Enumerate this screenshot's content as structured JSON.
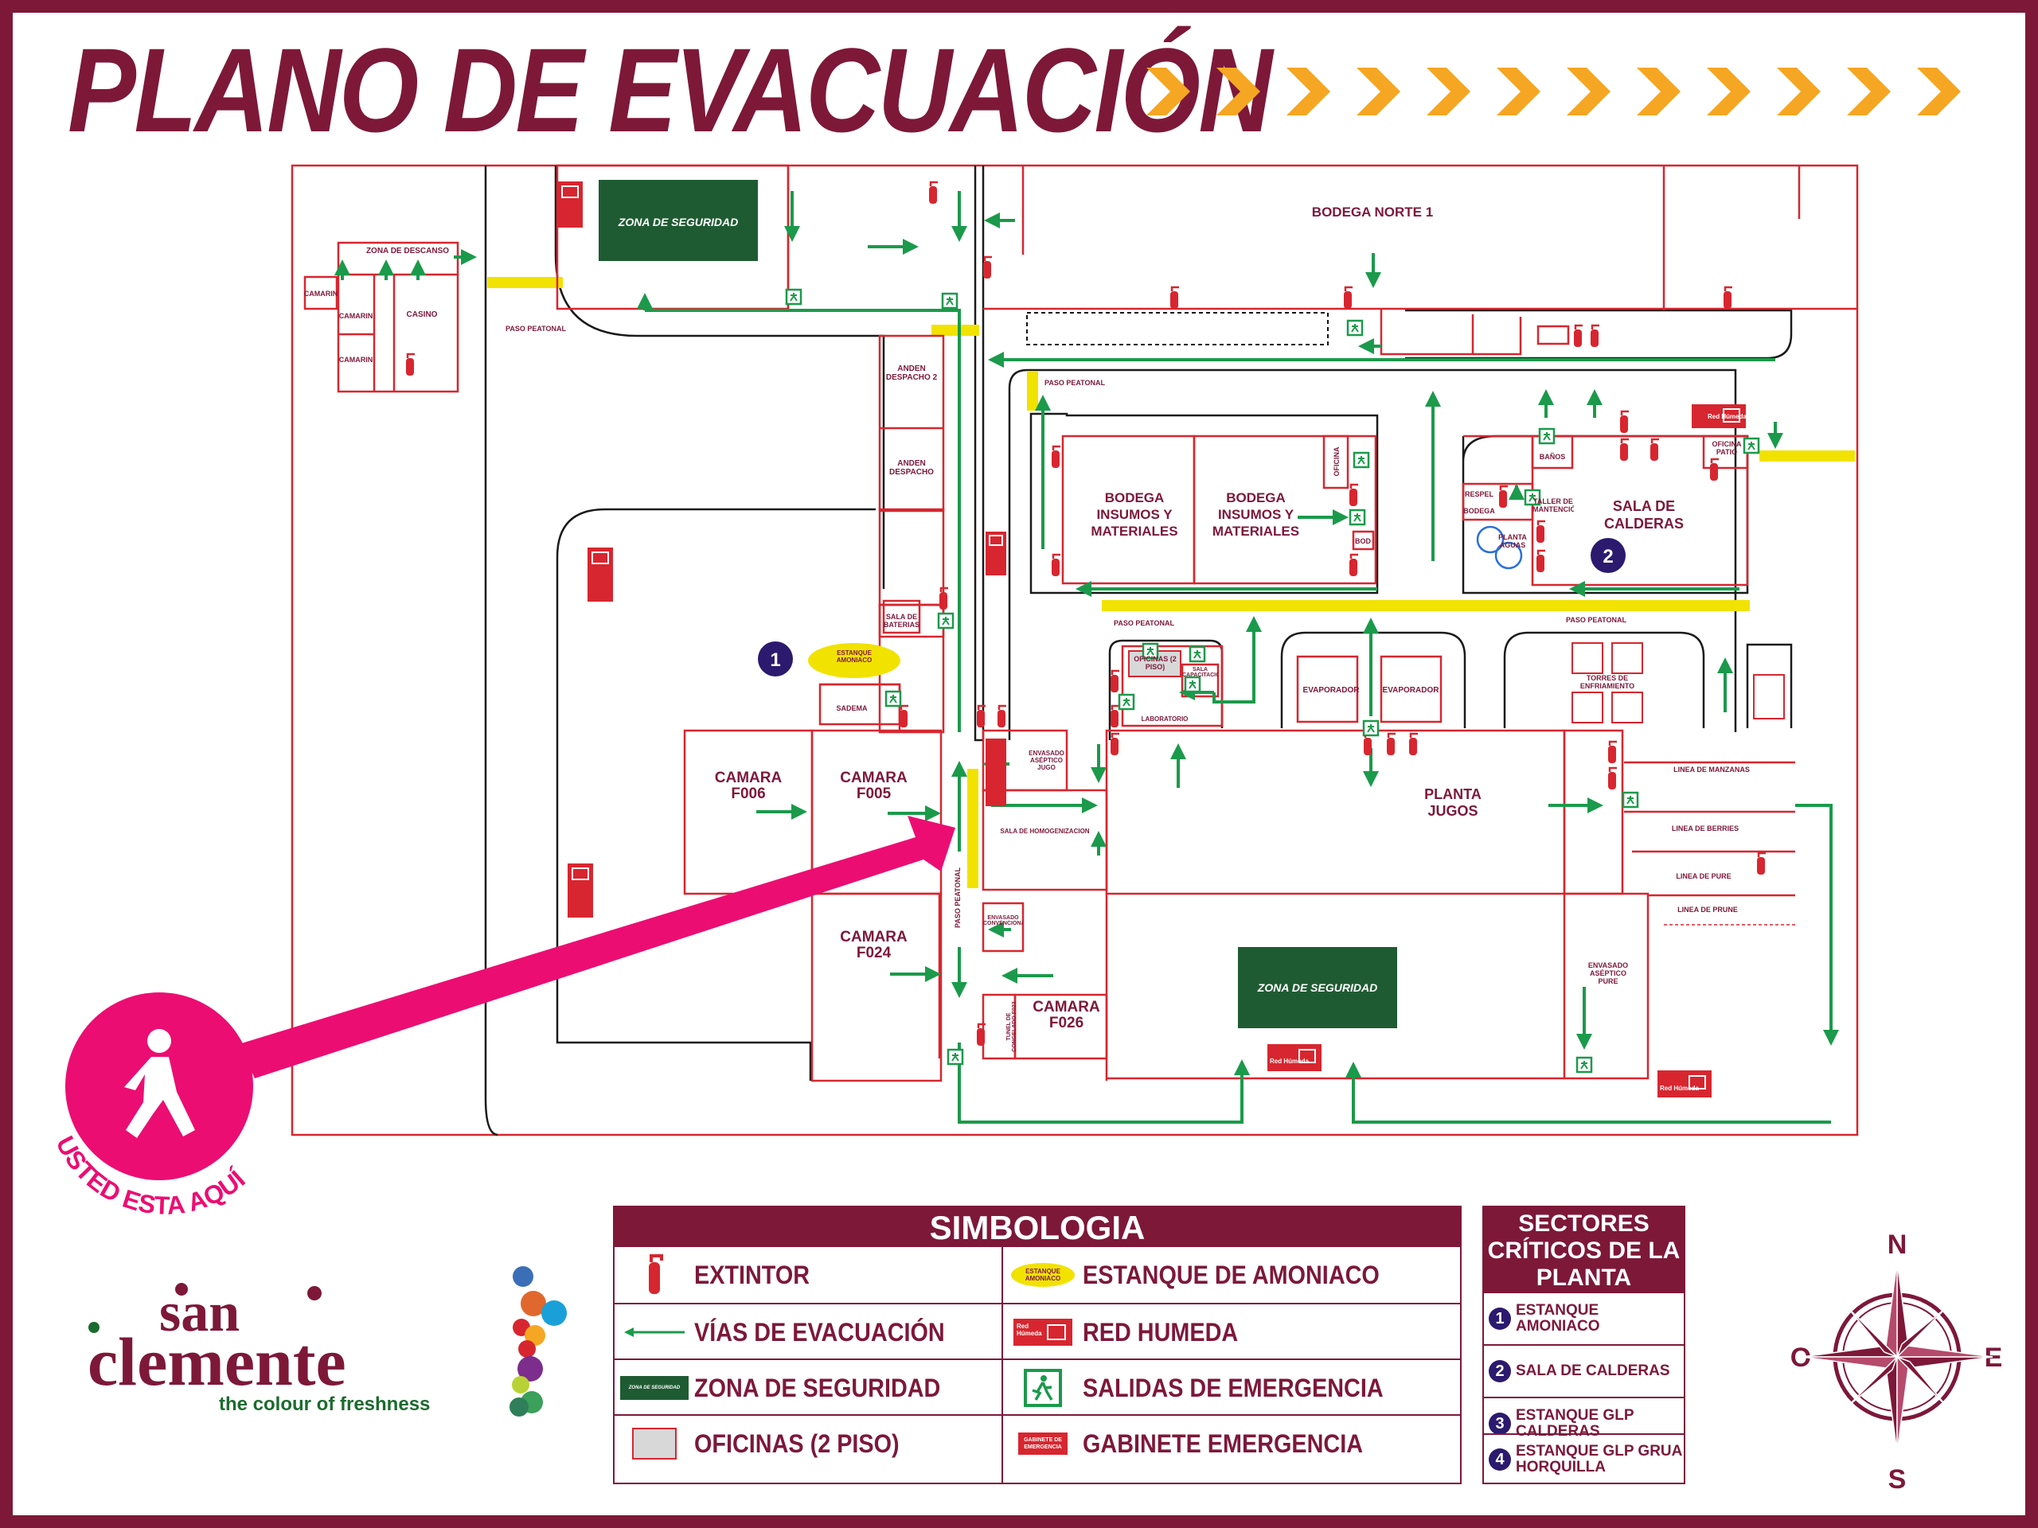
{
  "title": "PLANO DE EVACUACIÓN",
  "colors": {
    "brand": "#7d1839",
    "wall": "#d7262f",
    "evacuation": "#1b9a4b",
    "safety_zone": "#1f5b32",
    "chevron": "#f5a623",
    "pointer": "#ec0d72",
    "ammonia": "#f2e200",
    "sector_badge": "#2b1a6e"
  },
  "map": {
    "labels": {
      "zona_descanso": "ZONA DE DESCANSO",
      "camarin_1": "CAMARIN",
      "camarin_2": "CAMARIN",
      "camarin_3": "CAMARIN",
      "casino": "CASINO",
      "paso_peatonal_1": "PASO PEATONAL",
      "paso_peatonal_2": "PASO PEATONAL",
      "paso_peatonal_3": "PASO PEATONAL",
      "paso_peatonal_4": "PASO PEATONAL",
      "paso_peatonal_vertical": "PASO PEATONAL",
      "zona_seguridad_1": "ZONA DE SEGURIDAD",
      "zona_seguridad_2": "ZONA DE SEGURIDAD",
      "bodega_norte": "BODEGA NORTE 1",
      "anden_despacho_2": "ANDEN DESPACHO 2",
      "anden_despacho": "ANDEN DESPACHO",
      "bodega_insumos_1": "BODEGA INSUMOS Y MATERIALES",
      "bodega_insumos_2": "BODEGA INSUMOS Y MATERIALES",
      "oficina": "OFICINA",
      "bod": "BOD",
      "banos": "BAÑOS",
      "oficina_patio": "OFICINA PATIO",
      "respel": "RESPEL",
      "bodega": "BODEGA",
      "taller": "TALLER DE MANTENCIÓN",
      "planta_aguas": "PLANTA AGUAS",
      "sala_calderas": "SALA DE CALDERAS",
      "sala_baterias": "SALA DE BATERIAS",
      "estanque_amoniaco": "ESTANQUE AMONIACO",
      "sadema": "SADEMA",
      "camara_f006": "CAMARA F006",
      "camara_f005": "CAMARA F005",
      "camara_f024": "CAMARA F024",
      "camara_f026": "CAMARA F026",
      "envasado_aseptico_jugo": "ENVASADO ASÉPTICO JUGO",
      "sala_homogenizacion": "SALA DE HOMOGENIZACION",
      "envasado_convencional": "ENVASADO CONVENCIONAL",
      "tunel_congelado": "TUNEL DE CONGELADO F023",
      "oficinas_2piso": "OFICINAS (2 PISO)",
      "sala_capacitacion": "SALA CAPACITACION",
      "laboratorio": "LABORATORIO",
      "evaporador_1": "EVAPORADOR",
      "evaporador_2": "EVAPORADOR",
      "torres": "TORRES DE ENFRIAMIENTO",
      "planta_jugos": "PLANTA JUGOS",
      "linea_manzanas": "LINEA DE MANZANAS",
      "linea_berries": "LINEA DE BERRIES",
      "linea_pure": "LINEA DE PURE",
      "linea_prune": "LINEA DE PRUNE",
      "envasado_aseptico_pure": "ENVASADO ASÉPTICO PURE",
      "red_humeda": "Red Húmeda",
      "sector_1": "1",
      "sector_2": "2"
    }
  },
  "you_are_here": "USTED ESTA AQUÍ",
  "legend": {
    "title": "SIMBOLOGIA",
    "items": [
      {
        "label": "EXTINTOR",
        "icon": "fire-extinguisher-icon"
      },
      {
        "label": "ESTANQUE DE AMONIACO",
        "icon": "ammonia-tank-icon",
        "badge": "ESTANQUE AMONIACO"
      },
      {
        "label": "VÍAS DE EVACUACIÓN",
        "icon": "evacuation-arrow-icon"
      },
      {
        "label": "RED HUMEDA",
        "icon": "wet-riser-icon",
        "badge": "Red Húmeda"
      },
      {
        "label": "ZONA DE SEGURIDAD",
        "icon": "safety-zone-icon",
        "badge": "ZONA DE SEGURIDAD"
      },
      {
        "label": "SALIDAS DE EMERGENCIA",
        "icon": "emergency-exit-icon"
      },
      {
        "label": "OFICINAS (2 PISO)",
        "icon": "office-icon"
      },
      {
        "label": "GABINETE EMERGENCIA",
        "icon": "emergency-cabinet-icon",
        "badge": "GABINETE DE EMERGENCIA"
      }
    ]
  },
  "sectores": {
    "title": "SECTORES CRÍTICOS DE LA PLANTA",
    "items": [
      {
        "num": "1",
        "label": "ESTANQUE AMONIACO"
      },
      {
        "num": "2",
        "label": "SALA DE CALDERAS"
      },
      {
        "num": "3",
        "label": "ESTANQUE GLP CALDERAS"
      },
      {
        "num": "4",
        "label": "ESTANQUE GLP GRUA HORQUILLA"
      }
    ]
  },
  "compass": {
    "n": "N",
    "s": "S",
    "e": "E",
    "w": "O"
  },
  "logo": {
    "line1": "san",
    "line2": "clemente",
    "tagline": "the colour of freshness"
  }
}
